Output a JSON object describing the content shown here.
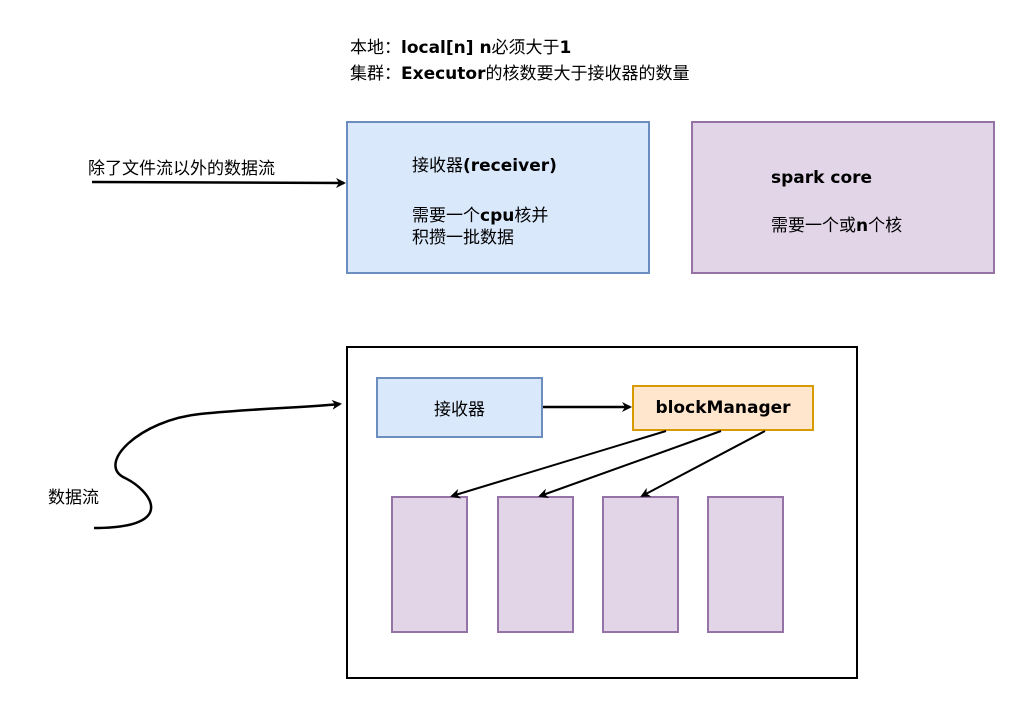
{
  "header": {
    "line1_prefix": "本地：",
    "line1_bold": "local[n]  n",
    "line1_mid": "必须大于",
    "line1_bold2": "1",
    "line2_prefix": "集群：",
    "line2_bold": "Executor",
    "line2_rest": "的核数要大于接收器的数量"
  },
  "top": {
    "input_label": "除了文件流以外的数据流",
    "receiver": {
      "title_prefix": "接收器",
      "title_bold": "(receiver)",
      "desc1_prefix": "需要一个",
      "desc1_bold": "cpu",
      "desc1_suffix": "核并",
      "desc2": "积攒一批数据"
    },
    "spark_core": {
      "title": "spark core",
      "desc_prefix": "需要一个或",
      "desc_bold": "n",
      "desc_suffix": "个核"
    }
  },
  "bottom": {
    "stream_label": "数据流",
    "receiver_label": "接收器",
    "block_manager_label": "blockManager"
  },
  "colors": {
    "blue_fill": "#dae8fc",
    "blue_stroke": "#6c8ebf",
    "purple_fill": "#e1d5e7",
    "purple_stroke": "#9673a6",
    "orange_fill": "#ffe6cc",
    "orange_stroke": "#d79b00"
  }
}
